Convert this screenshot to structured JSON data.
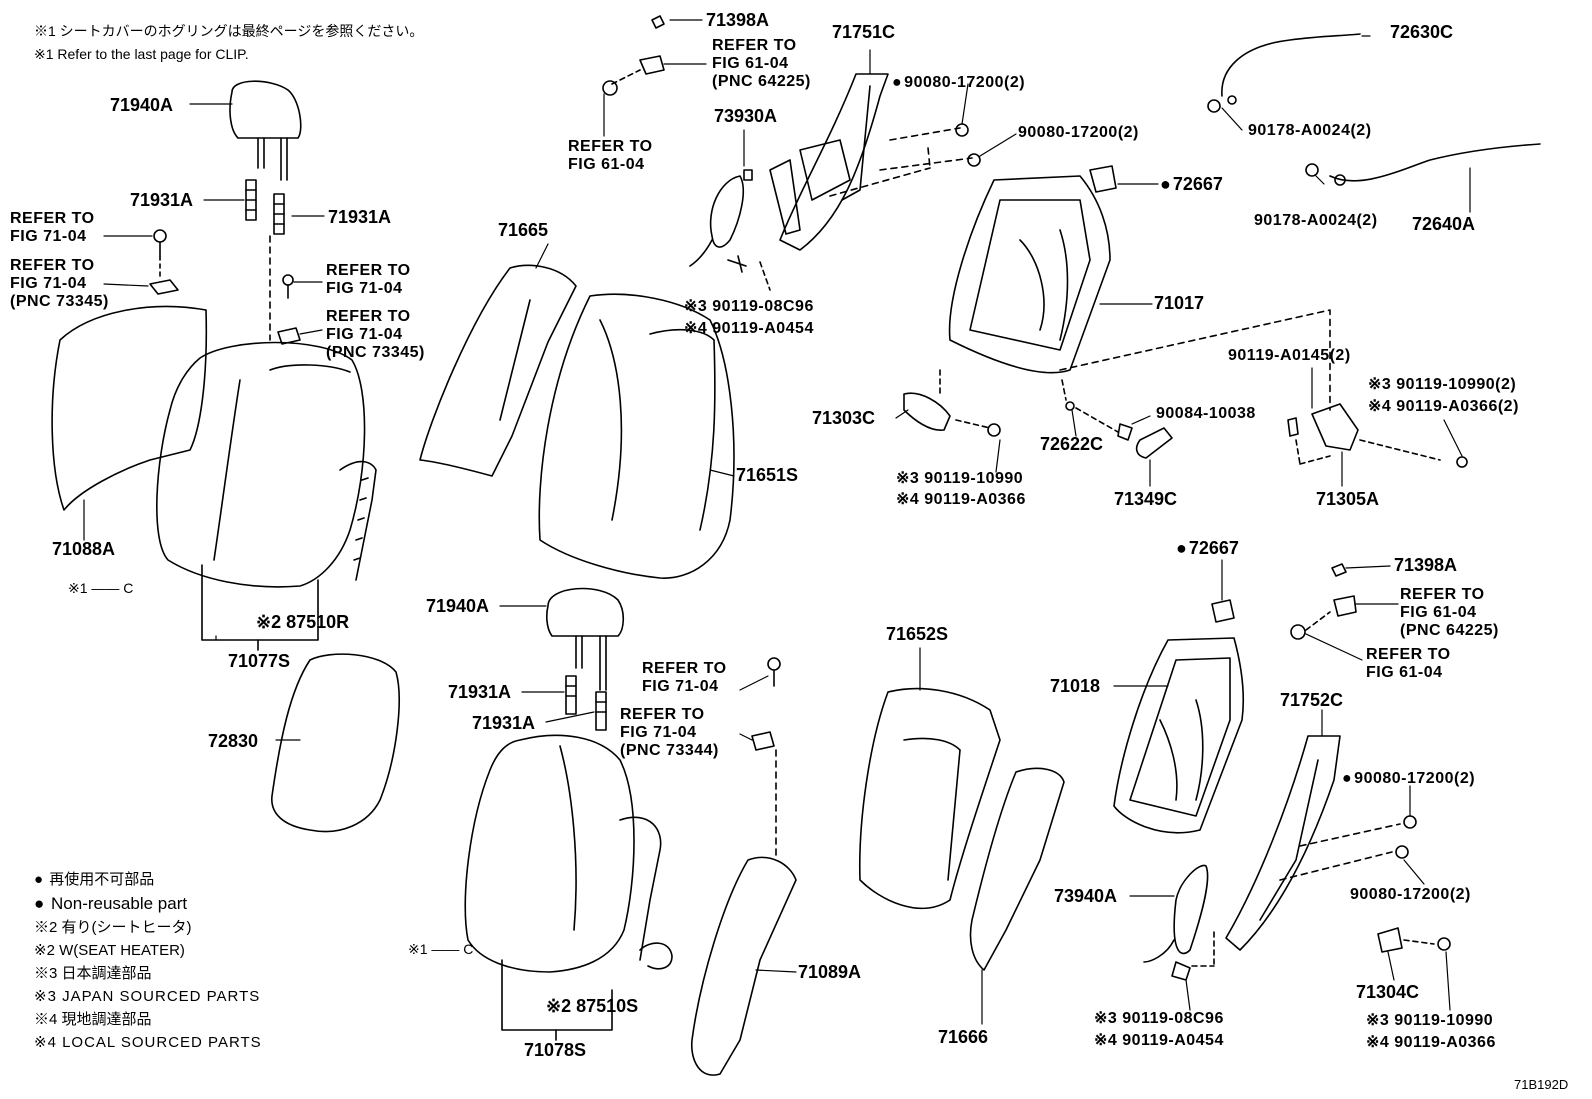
{
  "header_notes": {
    "jp": "※1 シートカバーのホグリングは最終ページを参照ください。",
    "en": "※1 Refer to the last page for CLIP."
  },
  "diagram_code": "71B192D",
  "parts": {
    "p71940A_top": "71940A",
    "p71931A_1": "71931A",
    "p71931A_2": "71931A",
    "ref_fig7104_a": "REFER TO\nFIG 71-04",
    "ref_fig7104_pnc73345_a": "REFER TO\nFIG 71-04\n(PNC 73345)",
    "ref_fig7104_b": "REFER TO\nFIG 71-04",
    "ref_fig7104_pnc73345_b": "REFER TO\nFIG 71-04\n(PNC 73345)",
    "p71088A": "71088A",
    "clip_c_1": "※1 —— C",
    "p87510R": "※2 87510R",
    "p71077S": "71077S",
    "p72830": "72830",
    "p71398A_top": "71398A",
    "ref_fig6104_pnc64225_a": "REFER TO\nFIG 61-04\n(PNC 64225)",
    "ref_fig6104_a": "REFER TO\nFIG 61-04",
    "p71751C": "71751C",
    "p90080_17200_a": "90080-17200(2)",
    "p90080_17200_b": "90080-17200(2)",
    "p73930A": "73930A",
    "p90119_08C96_a": "※3 90119-08C96",
    "p90119_A0454_a": "※4 90119-A0454",
    "p71665": "71665",
    "p71651S": "71651S",
    "p72630C": "72630C",
    "p90178_A0024_a": "90178-A0024(2)",
    "p72667_a": "72667",
    "p90178_A0024_b": "90178-A0024(2)",
    "p72640A": "72640A",
    "p71017": "71017",
    "p90119_A0145": "90119-A0145(2)",
    "p90119_10990_a": "※3 90119-10990(2)",
    "p90119_A0366_a": "※4 90119-A0366(2)",
    "p71303C": "71303C",
    "p90084_10038": "90084-10038",
    "p72622C": "72622C",
    "p90119_10990_b": "※3 90119-10990",
    "p90119_A0366_b": "※4 90119-A0366",
    "p71349C": "71349C",
    "p71305A": "71305A",
    "p71940A_mid": "71940A",
    "p71931A_3": "71931A",
    "p71931A_4": "71931A",
    "ref_fig7104_c": "REFER TO\nFIG 71-04",
    "ref_fig7104_pnc73344": "REFER TO\nFIG 71-04\n(PNC 73344)",
    "clip_c_2": "※1 —— C",
    "p87510S": "※2 87510S",
    "p71078S": "71078S",
    "p71089A": "71089A",
    "p71652S": "71652S",
    "p71666": "71666",
    "p72667_b": "72667",
    "p71398A_bot": "71398A",
    "ref_fig6104_pnc64225_b": "REFER TO\nFIG 61-04\n(PNC 64225)",
    "ref_fig6104_b": "REFER TO\nFIG 61-04",
    "p71018": "71018",
    "p71752C": "71752C",
    "p90080_17200_c": "90080-17200(2)",
    "p90080_17200_d": "90080-17200(2)",
    "p73940A": "73940A",
    "p90119_08C96_b": "※3 90119-08C96",
    "p90119_A0454_b": "※4 90119-A0454",
    "p71304C": "71304C",
    "p90119_10990_c": "※3 90119-10990",
    "p90119_A0366_c": "※4 90119-A0366"
  },
  "legend": [
    {
      "text": "再使用不可部品",
      "dot": true
    },
    {
      "text": "Non-reusable part",
      "dot": true
    },
    {
      "text": "※2 有り(シートヒータ)",
      "dot": false
    },
    {
      "text": "※2 W(SEAT HEATER)",
      "dot": false
    },
    {
      "text": "※3 日本調達部品",
      "dot": false
    },
    {
      "text": "※3 JAPAN SOURCED PARTS",
      "dot": false
    },
    {
      "text": "※4 現地調達部品",
      "dot": false
    },
    {
      "text": "※4 LOCAL SOURCED PARTS",
      "dot": false
    }
  ]
}
